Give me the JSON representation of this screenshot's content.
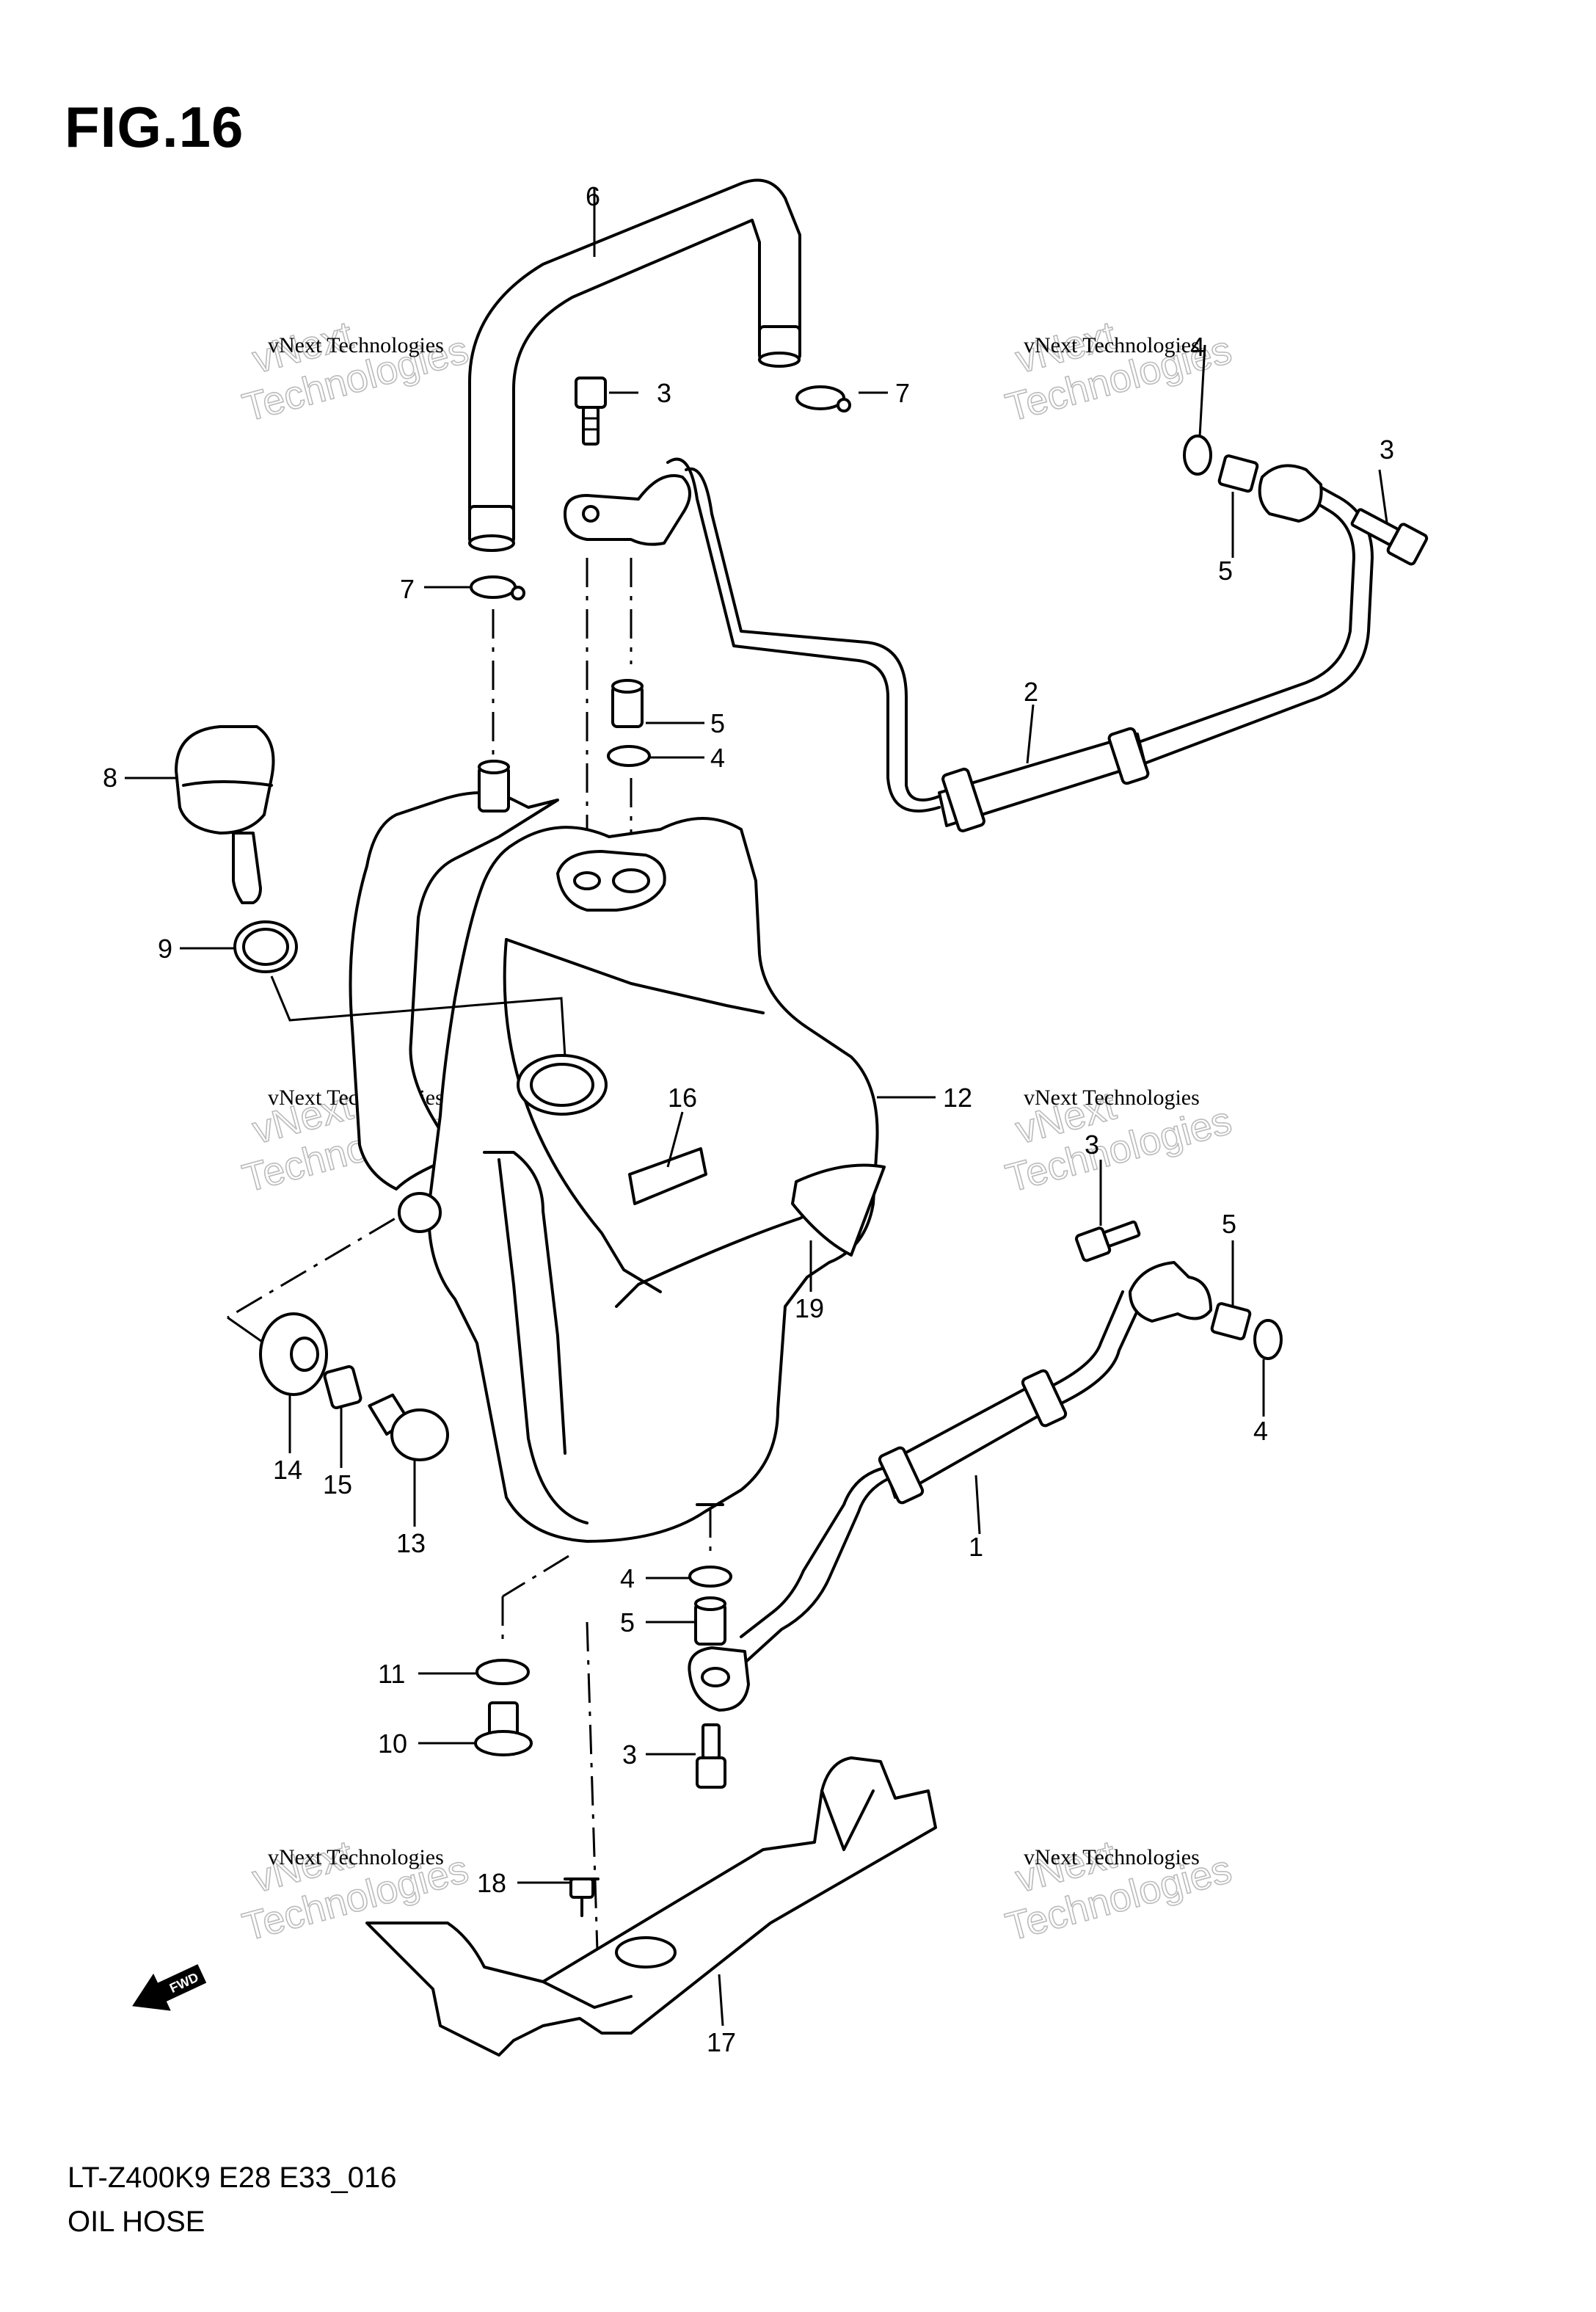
{
  "title": "FIG.16",
  "code": "LT-Z400K9 E28 E33_016",
  "name": "OIL HOSE",
  "watermark": {
    "line1": "vNext Technologies",
    "line2": "Technologies",
    "big": "vNext"
  },
  "fwd_label": "FWD",
  "callouts": {
    "c1": "1",
    "c2": "2",
    "c3a": "3",
    "c3b": "3",
    "c3c": "3",
    "c3d": "3",
    "c4a": "4",
    "c4b": "4",
    "c4c": "4",
    "c4d": "4",
    "c5a": "5",
    "c5b": "5",
    "c5c": "5",
    "c5d": "5",
    "c6": "6",
    "c7a": "7",
    "c7b": "7",
    "c8": "8",
    "c9": "9",
    "c10": "10",
    "c11": "11",
    "c12": "12",
    "c13": "13",
    "c14": "14",
    "c15": "15",
    "c16": "16",
    "c17": "17",
    "c18": "18",
    "c19": "19"
  }
}
